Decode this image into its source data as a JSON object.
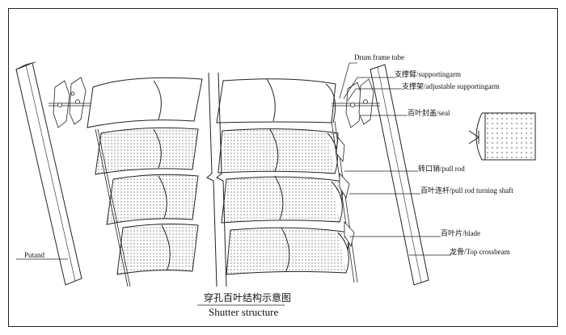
{
  "diagram": {
    "title_cn": "穿孔百叶结构示意图",
    "title_en": "Shutter structure",
    "labels": {
      "drum_frame_tube": "Drum frame tube",
      "supporting_arm": "支撑臂/supportingarm",
      "adjustable_supporting_arm": "支撑架/adjustable supportingarm",
      "seal": "百叶封盖/seal",
      "pull_rod": "转口销/pull rod",
      "pull_rod_turning_shaft": "百叶连杆/pull rod turning shaft",
      "blade": "百叶片/blade",
      "top_crossbeam": "龙骨/Top crossbeam",
      "putand": "Putand"
    }
  }
}
